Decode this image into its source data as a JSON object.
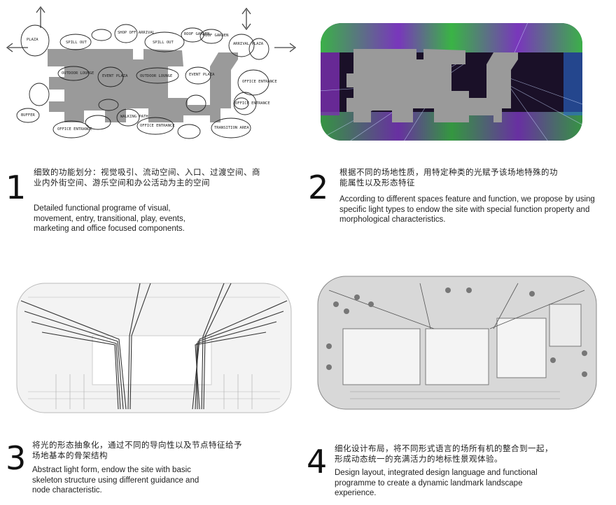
{
  "panels": [
    {
      "number": "1",
      "zh": "细致的功能划分：视觉吸引、流动空间、入口、过渡空间、商业内外街空间、游乐空间和办公活动为主的空间",
      "en": "Detailed functional programe of visual, movement, entry, transitional, play, events, marketing and office focused components.",
      "sketch_labels": [
        "PLAZA",
        "SPILL OUT",
        "SPILL OUT",
        "SHOP OFF ARRIVAL",
        "ROOF GARDEN",
        "ROOF GARDEN",
        "ARRIVAL PLAZA",
        "OUTDOOR LOUNGE",
        "EVENT PLAZA",
        "OUTDOOR LOUNGE",
        "EVENT PLAZA",
        "OFFICE ENTRANCE",
        "BUFFER",
        "OFFICE ENTRANCE",
        "WALKING PATH",
        "OFFICE ENTRANCE",
        "TRANSITION AREA",
        "OFFICE ENTRANCE"
      ]
    },
    {
      "number": "2",
      "zh": "根据不同的场地性质，用特定种类的光赋予该场地特殊的功能属性以及形态特征",
      "en": "According to different spaces feature and function, we propose by using specific light types to endow the site with special function property and morphological characteristics."
    },
    {
      "number": "3",
      "zh": "将光的形态抽象化，通过不同的导向性以及节点特征给予场地基本的骨架结构",
      "en": "Abstract light form, endow the site with basic skeleton structure using different guidance and node characteristic."
    },
    {
      "number": "4",
      "zh": "细化设计布局，将不同形式语言的场所有机的整合到一起，形成动态统一的充满活力的地标性景观体验。",
      "en": "Design layout, integrated design language and functional programme to create a dynamic landmark landscape experience."
    }
  ],
  "colors": {
    "building_gray": "#9a9a9a",
    "aurora_green": "#3fd14a",
    "aurora_purple": "#8a3dd6",
    "line_dark": "#333333"
  }
}
